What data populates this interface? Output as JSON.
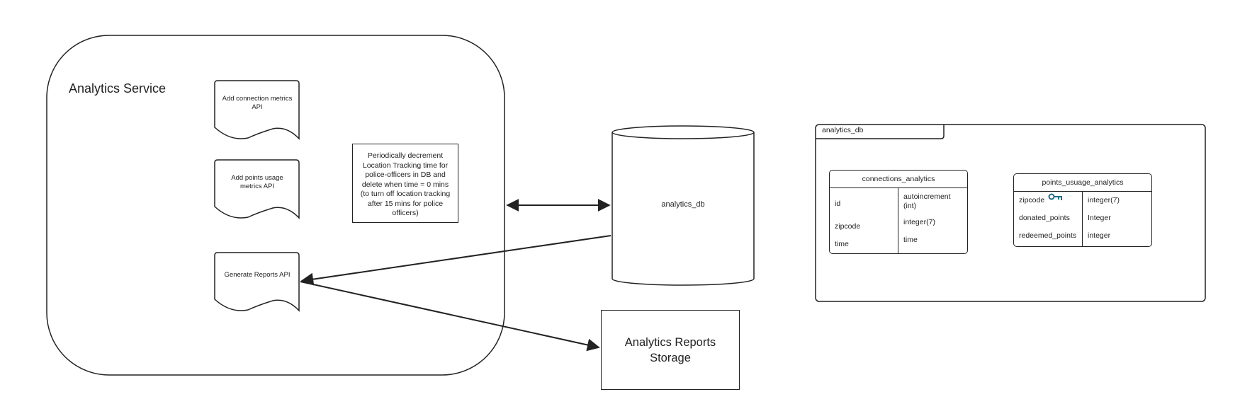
{
  "service": {
    "title": "Analytics Service",
    "apis": [
      "Add connection metrics API",
      "Add points usage metrics API",
      "Generate Reports API"
    ],
    "note": "Periodically decrement Location Tracking time for police-officers in DB and delete when time = 0 mins (to turn off location tracking after 15 mins for police officers)"
  },
  "database": {
    "label": "analytics_db"
  },
  "storage": {
    "label": "Analytics Reports Storage"
  },
  "schema": {
    "package_label": "analytics_db",
    "tables": [
      {
        "name": "connections_analytics",
        "rows": [
          {
            "field": "id",
            "type": "autoincrement (int)"
          },
          {
            "field": "zipcode",
            "type": "integer(7)"
          },
          {
            "field": "time",
            "type": "time"
          }
        ]
      },
      {
        "name": "points_usuage_analytics",
        "rows": [
          {
            "field": "zipcode",
            "type": "integer(7)",
            "primary_key": true
          },
          {
            "field": "donated_points",
            "type": "Integer"
          },
          {
            "field": "redeemed_points",
            "type": "integer"
          }
        ]
      }
    ]
  },
  "colors": {
    "stroke": "#222222",
    "key_icon": "#1b6e8c"
  }
}
